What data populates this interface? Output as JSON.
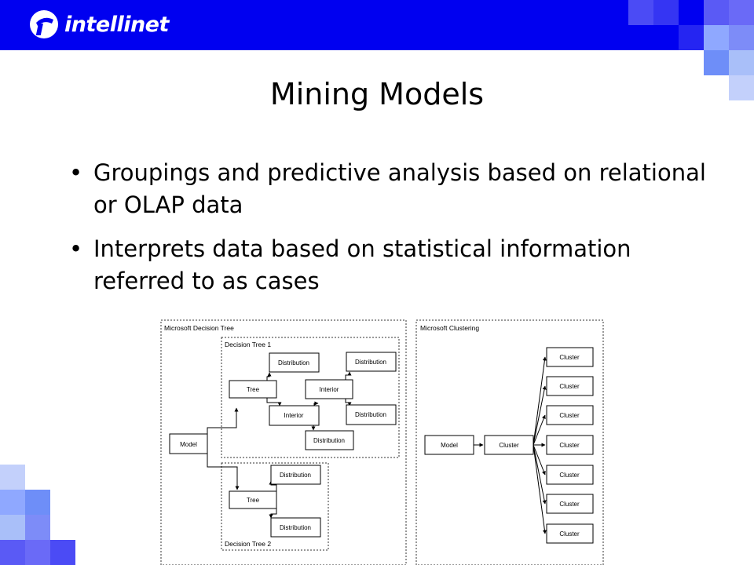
{
  "header": {
    "logo_text": "intellinet",
    "logo_icon": "intellinet-logo-icon",
    "bar_color": "#0000f0"
  },
  "slide": {
    "title": "Mining Models",
    "bullets": [
      "Groupings and predictive analysis based on relational or OLAP data",
      "Interprets data based on statistical information referred to as cases"
    ]
  },
  "diagram": {
    "decision_tree": {
      "panel_label": "Microsoft Decision Tree",
      "tree1_label": "Decision Tree 1",
      "tree2_label": "Decision Tree 2",
      "nodes": {
        "model": "Model",
        "tree1_tree": "Tree",
        "tree1_distribution_a": "Distribution",
        "tree1_interior_a": "Interior",
        "tree1_interior_b": "Interior",
        "tree1_distribution_b": "Distribution",
        "tree1_distribution_c": "Distribution",
        "tree1_distribution_d": "Distribution",
        "tree2_tree": "Tree",
        "tree2_distribution_a": "Distribution",
        "tree2_distribution_b": "Distribution"
      }
    },
    "clustering": {
      "panel_label": "Microsoft Clustering",
      "model": "Model",
      "hub": "Cluster",
      "clusters": [
        "Cluster",
        "Cluster",
        "Cluster",
        "Cluster",
        "Cluster",
        "Cluster",
        "Cluster"
      ]
    }
  }
}
